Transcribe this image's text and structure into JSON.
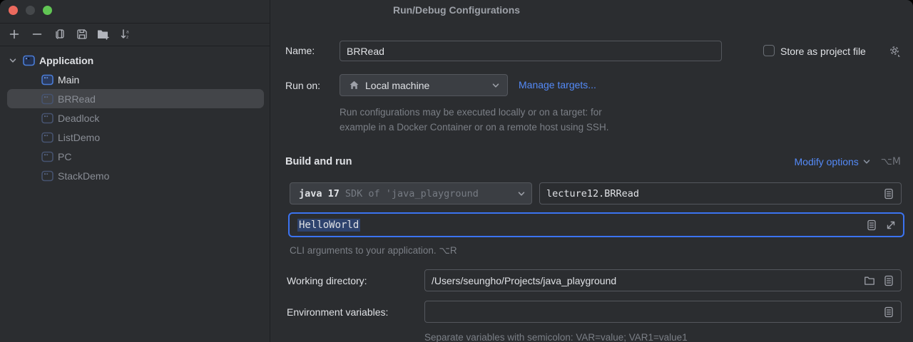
{
  "window": {
    "title": "Run/Debug Configurations"
  },
  "toolbar": {
    "icons": [
      "add-icon",
      "remove-icon",
      "copy-icon",
      "save-icon",
      "new-folder-icon",
      "sort-alphabetically-icon"
    ]
  },
  "sidebar": {
    "root": {
      "label": "Application"
    },
    "items": [
      {
        "label": "Main",
        "selected": false
      },
      {
        "label": "BRRead",
        "selected": true
      },
      {
        "label": "Deadlock",
        "selected": false
      },
      {
        "label": "ListDemo",
        "selected": false
      },
      {
        "label": "PC",
        "selected": false
      },
      {
        "label": "StackDemo",
        "selected": false
      }
    ]
  },
  "form": {
    "name_label": "Name:",
    "name_value": "BRRead",
    "store_label": "Store as project file",
    "store_checked": false,
    "run_on_label": "Run on:",
    "run_on_value": "Local machine",
    "manage_targets": "Manage targets...",
    "run_on_help1": "Run configurations may be executed locally or on a target: for",
    "run_on_help2": "example in a Docker Container or on a remote host using SSH.",
    "build_section": "Build and run",
    "modify_options": "Modify options",
    "modify_shortcut": "⌥M",
    "jdk_name": "java 17",
    "jdk_detail": "SDK of 'java_playground",
    "main_class": "lecture12.BRRead",
    "cli_args": "HelloWorld",
    "cli_hint": "CLI arguments to your application. ⌥R",
    "working_dir_label": "Working directory:",
    "working_dir_value": "/Users/seungho/Projects/java_playground",
    "env_label": "Environment variables:",
    "env_value": "",
    "env_hint": "Separate variables with semicolon: VAR=value; VAR1=value1"
  },
  "colors": {
    "accent": "#3574f0",
    "link": "#548af7",
    "selection": "#2e436e",
    "panel": "#2b2d30"
  }
}
